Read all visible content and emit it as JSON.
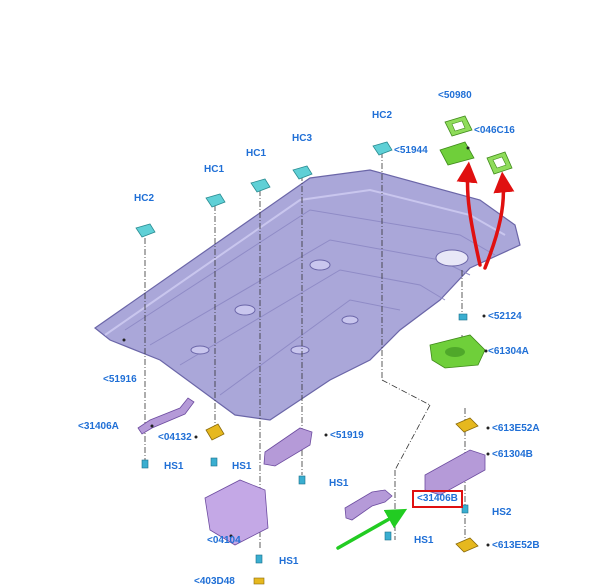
{
  "colors": {
    "label_blue": "#1f6fd6",
    "headliner_fill": "#a9a6d8",
    "headliner_stroke": "#6b66a8",
    "purple_part": "#b59ad8",
    "green_part": "#6fcf3a",
    "yellow_part": "#e6b81e",
    "clip_cyan": "#5fd0d6",
    "arrow_red": "#e01010",
    "arrow_green": "#22cc22",
    "highlight_box": "#e01010"
  },
  "labels": {
    "hc2_left": "HC2",
    "hc1_a": "HC1",
    "hc1_b": "HC1",
    "hc3": "HC3",
    "hc2_right": "HC2",
    "p50980": "<50980",
    "p046c16": "<046C16",
    "p51944": "<51944",
    "p52124": "<52124",
    "p61304a": "<61304A",
    "p51916": "<51916",
    "p31406a": "<31406A",
    "p04132": "<04132",
    "p51919": "<51919",
    "p613e52a": "<613E52A",
    "p61304b": "<61304B",
    "hs1_a": "HS1",
    "hs1_b": "HS1",
    "hs1_c": "HS1",
    "hs1_d": "HS1",
    "hs1_e": "HS1",
    "p31406b": "<31406B",
    "hs2": "HS2",
    "p04104": "<04104",
    "p613e52b": "<613E52B",
    "p403d48": "<403D48"
  }
}
